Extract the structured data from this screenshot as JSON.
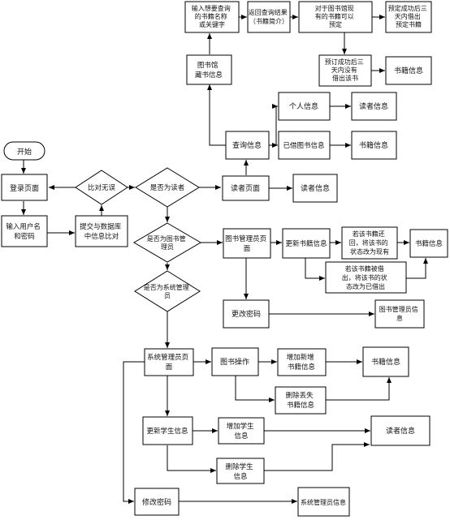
{
  "nodes": {
    "start": "开始",
    "login_page": "登录页面",
    "input_credentials": [
      "输入用户名",
      "和密码"
    ],
    "submit_compare": [
      "提交与数据库",
      "中信息比对"
    ],
    "compare_ok": "比对无误",
    "is_reader": "是否为读者",
    "reader_page": "读者页面",
    "reader_info_1": "读者信息",
    "query_info": "查询信息",
    "personal_info": "个人信息",
    "reader_info_2": "读者信息",
    "borrowed_books": "已借图书信息",
    "book_info_1": "书籍信息",
    "library_book_info": [
      "图书馆",
      "藏书信息"
    ],
    "enter_query": [
      "输入想要查询",
      "的书籍名称",
      "或关键字"
    ],
    "return_result": [
      "返回查询结果",
      "（书籍简介）"
    ],
    "reserve_existing": [
      "对于图书馆现",
      "有的书籍可以",
      "预定"
    ],
    "reserve_success": [
      "预定成功后三",
      "天内借出",
      "预定书籍"
    ],
    "reserve_timeout": [
      "预订成功后三",
      "天内没有",
      "借出该书"
    ],
    "book_info_2": "书籍信息",
    "is_librarian": [
      "是否为图书管",
      "理员"
    ],
    "librarian_page": [
      "图书管理员页",
      "面"
    ],
    "update_book_info": "更新书籍信息",
    "book_returned": [
      "若该书籍还",
      "回，将该书的",
      "状态改为现有"
    ],
    "book_borrowed": [
      "若该书籍被借",
      "出，将该书的状",
      "态改为已借出"
    ],
    "book_info_3": "书籍信息",
    "change_password_1": "更改密码",
    "librarian_info": [
      "图书管理员信",
      "息"
    ],
    "is_sysadmin": [
      "是否为系统管理",
      "员"
    ],
    "sysadmin_page": [
      "系统管理员页",
      "面"
    ],
    "book_ops": "图书操作",
    "add_book": [
      "增加新增",
      "书籍信息"
    ],
    "delete_book": [
      "删除丢失",
      "书籍信息"
    ],
    "book_info_4": "书籍信息",
    "update_student": "更新学生信息",
    "add_student": [
      "增加学生",
      "信息"
    ],
    "delete_student": [
      "删除学生",
      "信息"
    ],
    "reader_info_3": "读者信息",
    "change_password_2": "修改密码",
    "sysadmin_info": "系统管理员信息"
  }
}
